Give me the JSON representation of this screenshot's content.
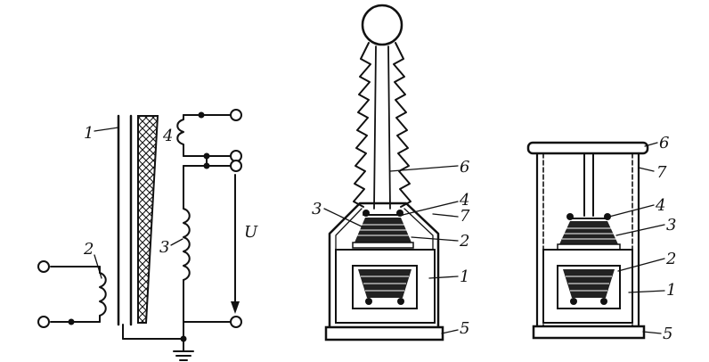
{
  "schematic": {
    "labels": {
      "core": "1",
      "primary": "2",
      "secondary": "3",
      "exciter": "4",
      "voltage": "U"
    }
  },
  "cascade_unit": {
    "labels": {
      "core": "1",
      "primary": "2",
      "secondary": "3",
      "exciter": "4",
      "base": "5",
      "bushing": "6",
      "tank": "7"
    }
  },
  "open_unit": {
    "labels": {
      "core": "1",
      "primary": "2",
      "secondary": "3",
      "exciter": "4",
      "base": "5",
      "top_cap": "6",
      "frame": "7"
    }
  }
}
